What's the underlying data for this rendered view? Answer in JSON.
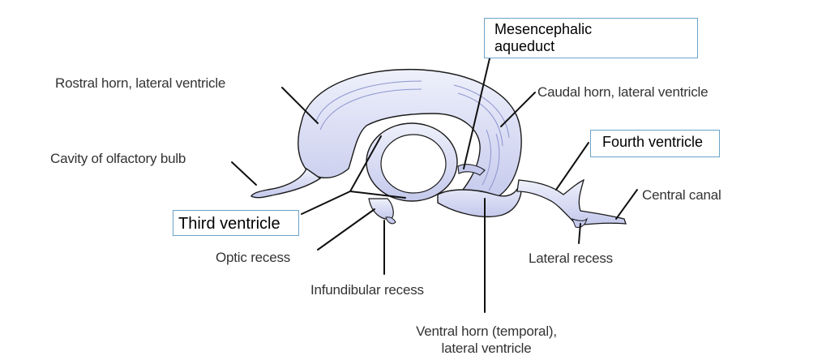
{
  "labels": {
    "rostral_horn": "Rostral horn, lateral ventricle",
    "olfactory_bulb": "Cavity of olfactory bulb",
    "third_ventricle": "Third ventricle",
    "optic_recess": "Optic recess",
    "infundibular_recess": "Infundibular recess",
    "ventral_horn_line1": "Ventral horn (temporal),",
    "ventral_horn_line2": "lateral ventricle",
    "mesencephalic_line1": "Mesencephalic",
    "mesencephalic_line2": "aqueduct",
    "caudal_horn": "Caudal horn, lateral ventricle",
    "fourth_ventricle": "Fourth ventricle",
    "central_canal": "Central canal",
    "lateral_recess": "Lateral recess"
  },
  "colors": {
    "ventricle_fill": "#dde0f5",
    "ventricle_shade": "#9aa3d6",
    "outline": "#1a1a1a",
    "box_border": "#6aa3c7"
  }
}
